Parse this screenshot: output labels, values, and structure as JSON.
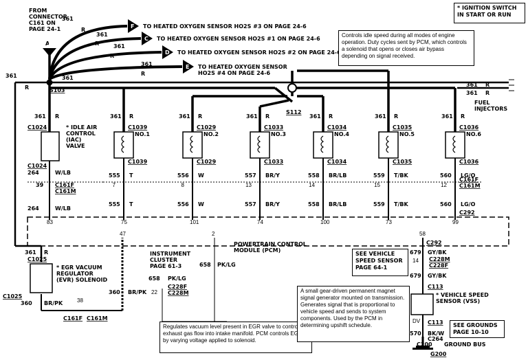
{
  "ignition_note": "* IGNITION SWITCH\nIN START OR RUN",
  "from_connector": "FROM\nCONNECTOR\nC161 ON\nPAGE 24-1",
  "connector_a": "A",
  "arrows": [
    {
      "letter": "F",
      "text": "TO HEATED OXYGEN SENSOR HO2S #3 ON PAGE 24-6"
    },
    {
      "letter": "C",
      "text": "TO HEATED OXYGEN SENSOR HO2S #1 ON PAGE 24-6"
    },
    {
      "letter": "D",
      "text": "TO HEATED OXYGEN SENSOR HO2S #2 ON PAGE 24-6"
    },
    {
      "letter": "E",
      "text": "TO HEATED OXYGEN SENSOR\nHO2S #4 ON PAGE 24-6"
    }
  ],
  "iac_note": "Controls idle speed during all modes of engine operation.  Duty cycles sent by PCM, which controls a solenoid that opens or closes air bypass depending on signal received.",
  "splices": {
    "s103": "S103",
    "s112": "S112"
  },
  "fuel_injectors": "FUEL\nINJECTORS",
  "wire_361": "361",
  "wire_r": "R",
  "iac_valve": {
    "label": "IDLE AIR\nCONTROL\n(IAC)\nVALVE",
    "top_conn": "C1024",
    "bot_conn": "C1024",
    "wire": "264",
    "color": "W/LB",
    "pin": "39",
    "bottom_wire": "264",
    "bottom_color": "W/LB",
    "pcm_pin": "83"
  },
  "c161f": "C161F",
  "c161m": "C161M",
  "injectors": [
    {
      "name": "NO.1",
      "conn": "C1039",
      "wire": "555",
      "color": "T",
      "pin": "7",
      "pcm": "75"
    },
    {
      "name": "NO.2",
      "conn": "C1029",
      "wire": "556",
      "color": "W",
      "pin": "8",
      "pcm": "101"
    },
    {
      "name": "NO.3",
      "conn": "C1033",
      "wire": "557",
      "color": "BR/Y",
      "pin": "13",
      "pcm": "74"
    },
    {
      "name": "NO.4",
      "conn": "C1034",
      "wire": "558",
      "color": "BR/LB",
      "pin": "14",
      "pcm": "100"
    },
    {
      "name": "NO.5",
      "conn": "C1035",
      "wire": "559",
      "color": "T/BK",
      "pin": "15",
      "pcm": "73"
    },
    {
      "name": "NO.6",
      "conn": "C1036",
      "wire": "560",
      "color": "LG/O",
      "pin": "12",
      "pcm": "99"
    }
  ],
  "c292": "C292",
  "pcm_label": "POWERTRAIN CONTROL\nMODULE (PCM)",
  "pcm_pins": {
    "p47": "47",
    "p2": "2",
    "p58": "58"
  },
  "evr": {
    "label": "EGR VACUUM\nREGULATOR\n(EVR) SOLENOID",
    "top_conn": "C1025",
    "bot_conn": "C1025",
    "wire": "360",
    "color": "BR/PK",
    "pin": "38"
  },
  "evr_note": "Regulates vacuum level present in EGR valve to control exhaust gas flow into intake manifold.  PCM controls EGR by varying voltage applied to solenoid.",
  "cluster": {
    "label": "INSTRUMENT\nCLUSTER\nPAGE 61-3",
    "wire": "658",
    "color": "PK/LG",
    "pin": "22",
    "c228f": "C228F",
    "c228m": "C228M"
  },
  "vss_ref": "SEE VEHICLE\nSPEED SENSOR\nPAGE 64-1",
  "vss": {
    "label": "VEHICLE SPEED\nSENSOR (VSS)",
    "wire": "679",
    "color": "GY/BK",
    "pin": "14",
    "c113": "C113",
    "ground_wire": "570",
    "ground_color": "BK/W",
    "c200": "C200",
    "ground_bus": "GROUND BUS",
    "g200": "G200",
    "dv": "DV"
  },
  "vss_note": "A small gear-driven permanent magnet signal generator mounted on transmission.  Generates signal that is proportional to vehicle speed and sends to system components.  Used by the PCM in determining upshift  schedule.",
  "grounds_ref": "SEE GROUNDS\nPAGE 10-10",
  "wire_c264": "C264"
}
